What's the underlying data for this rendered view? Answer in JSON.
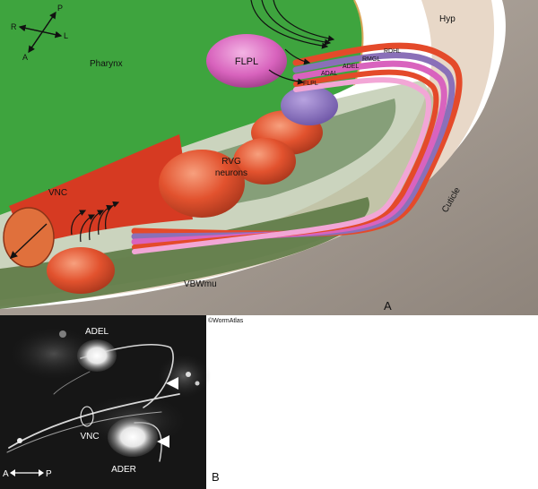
{
  "panel_a": {
    "orientation": {
      "p": "P",
      "r": "R",
      "l": "L",
      "a": "A"
    },
    "pharynx": "Pharynx",
    "hyp": "Hyp",
    "flpl_cell": "FLPL",
    "process_labels": [
      "RDHL",
      "RMGL",
      "ADEL",
      "ADAL",
      "FLPL"
    ],
    "rvg_line1": "RVG",
    "rvg_line2": "neurons",
    "vnc": "VNC",
    "vbwmu": "VBWmu",
    "cuticle": "Cuticle",
    "panel_letter": "A",
    "colors": {
      "pharynx": "#3aa23a",
      "hypodermis": "#e7d7c6",
      "cuticle": "#a59a90",
      "rvg_neurons": "#e0502c",
      "flpl": "#d85ab8",
      "rmgl": "#8a70b8",
      "rdhl": "#e24a2a"
    }
  },
  "credit": "©WormAtlas",
  "panel_b": {
    "adel": "ADEL",
    "vnc": "VNC",
    "ader": "ADER",
    "axis_a": "A",
    "axis_p": "P",
    "panel_letter": "B"
  }
}
